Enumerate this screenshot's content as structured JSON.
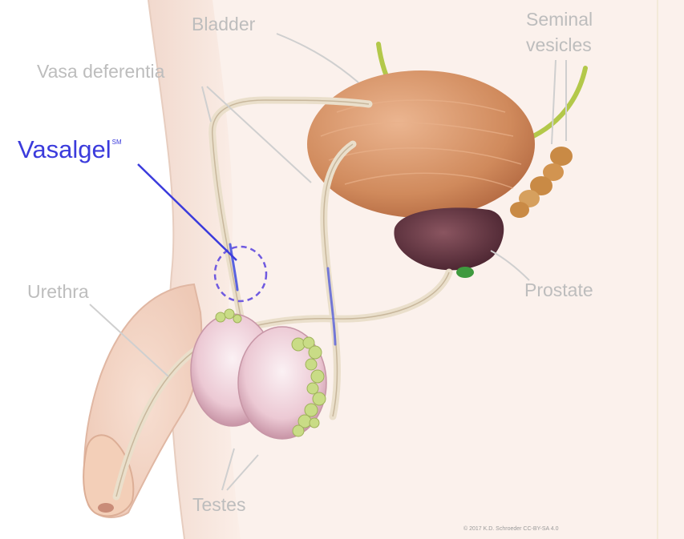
{
  "labels": {
    "bladder": "Bladder",
    "seminal_vesicles_line1": "Seminal",
    "seminal_vesicles_line2": "vesicles",
    "vasa_deferentia": "Vasa deferentia",
    "vasalgel": "Vasalgel",
    "vasalgel_mark": "SM",
    "urethra": "Urethra",
    "prostate": "Prostate",
    "testes": "Testes"
  },
  "credit": "© 2017 K.D. Schroeder CC-BY-SA 4.0",
  "colors": {
    "label_gray": "#bdbdbd",
    "highlight_blue": "#3b3bdc",
    "skin": "#f6e4da",
    "bladder": "#d9956b",
    "prostate": "#6e3b45",
    "testes": "#e6bfcb",
    "epididymis": "#c9dc86",
    "duct": "#e8dcc8",
    "ureter": "#b3c84a"
  }
}
